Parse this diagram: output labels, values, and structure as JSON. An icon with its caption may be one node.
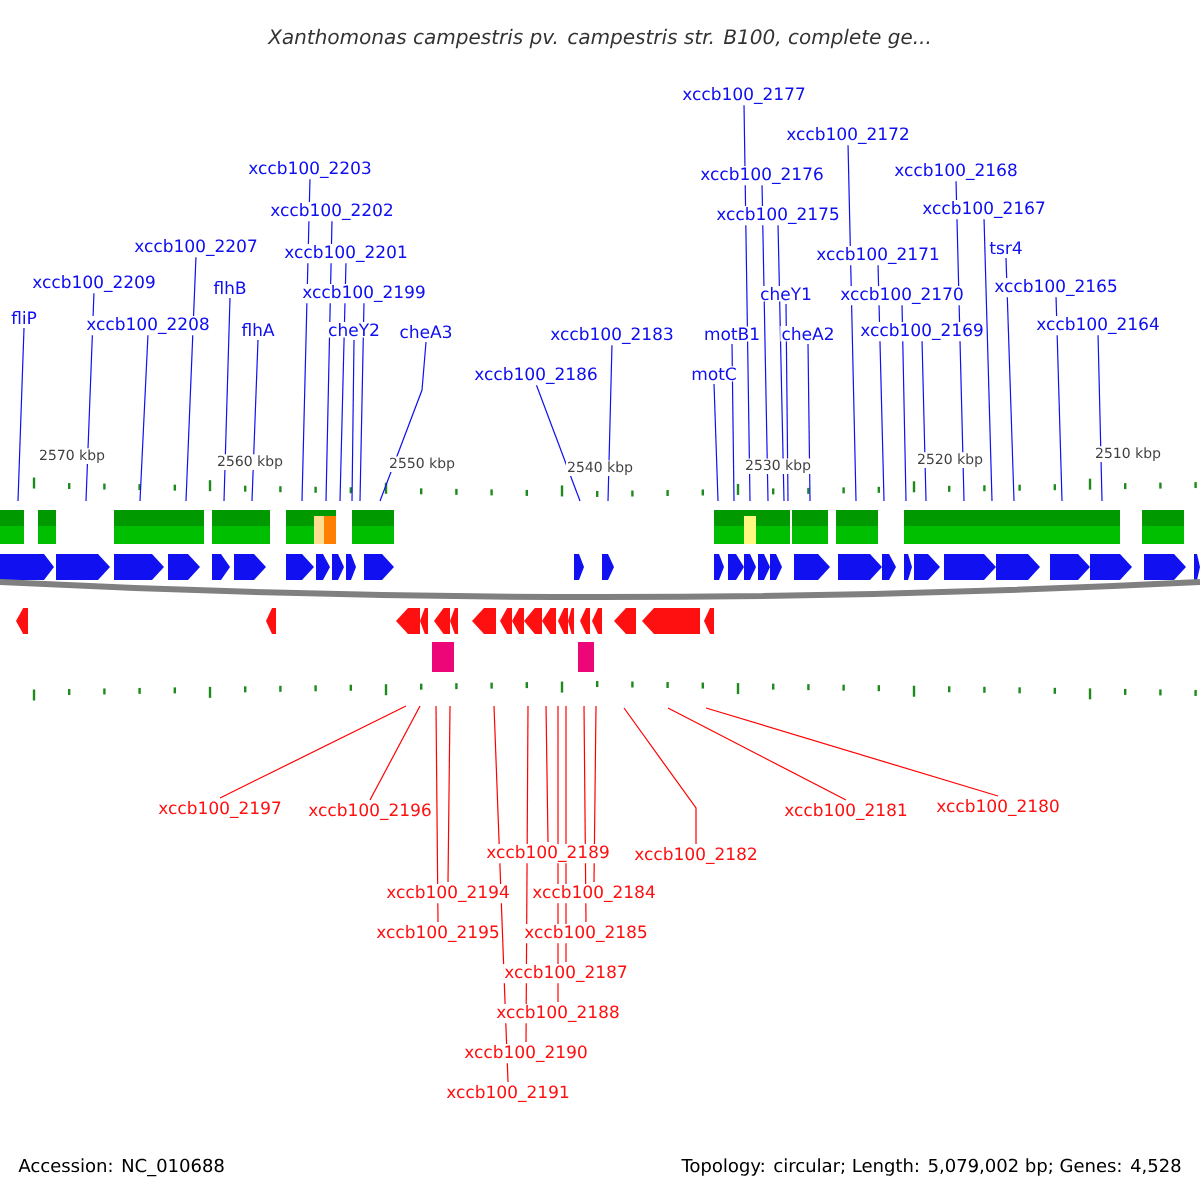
{
  "diagram": {
    "title": "Xanthomonas campestris pv. campestris str. B100, complete ge...",
    "nodes": [
      {
        "text": [
          "fliP"
        ]
      },
      {
        "text": [
          "xccb100_2209"
        ]
      },
      {
        "text": [
          "xccb100_2208"
        ]
      },
      {
        "text": [
          "xccb100_2207"
        ]
      },
      {
        "text": [
          "flhB"
        ]
      },
      {
        "text": [
          "flhA"
        ]
      },
      {
        "text": [
          "xccb100_2203"
        ]
      },
      {
        "text": [
          "xccb100_2202"
        ]
      },
      {
        "text": [
          "xccb100_2201"
        ]
      },
      {
        "text": [
          "xccb100_2199"
        ]
      },
      {
        "text": [
          "cheY2"
        ]
      },
      {
        "text": [
          "cheA3"
        ]
      },
      {
        "text": [
          "xccb100_2186"
        ]
      },
      {
        "text": [
          "xccb100_2183"
        ]
      },
      {
        "text": [
          "motC"
        ]
      },
      {
        "text": [
          "motB1"
        ]
      },
      {
        "text": [
          "xccb100_2177"
        ]
      },
      {
        "text": [
          "xccb100_2176"
        ]
      },
      {
        "text": [
          "xccb100_2175"
        ]
      },
      {
        "text": [
          "cheY1"
        ]
      },
      {
        "text": [
          "cheA2"
        ]
      },
      {
        "text": [
          "xccb100_2172"
        ]
      },
      {
        "text": [
          "xccb100_2171"
        ]
      },
      {
        "text": [
          "xccb100_2170"
        ]
      },
      {
        "text": [
          "xccb100_2169"
        ]
      },
      {
        "text": [
          "xccb100_2168"
        ]
      },
      {
        "text": [
          "xccb100_2167"
        ]
      },
      {
        "text": [
          "tsr4"
        ]
      },
      {
        "text": [
          "xccb100_2165"
        ]
      },
      {
        "text": [
          "xccb100_2164"
        ]
      },
      {
        "text": [
          "xccb100_2197"
        ]
      },
      {
        "text": [
          "xccb100_2196"
        ]
      },
      {
        "text": [
          "xccb100_2189"
        ]
      },
      {
        "text": [
          "xccb100_2182"
        ]
      },
      {
        "text": [
          "xccb100_2181"
        ]
      },
      {
        "text": [
          "xccb100_2180"
        ]
      },
      {
        "text": [
          "xccb100_2194"
        ]
      },
      {
        "text": [
          "xccb100_2184"
        ]
      },
      {
        "text": [
          "xccb100_2195"
        ]
      },
      {
        "text": [
          "xccb100_2185"
        ]
      },
      {
        "text": [
          "xccb100_2187"
        ]
      },
      {
        "text": [
          "xccb100_2188"
        ]
      },
      {
        "text": [
          "xccb100_2190"
        ]
      },
      {
        "text": [
          "xccb100_2191"
        ]
      }
    ],
    "edges": [
      {
        "from": 0,
        "to": null,
        "arrow": "none"
      },
      {
        "from": 1,
        "to": null,
        "arrow": "none"
      },
      {
        "from": 2,
        "to": null,
        "arrow": "none"
      },
      {
        "from": 3,
        "to": null,
        "arrow": "none"
      },
      {
        "from": 4,
        "to": null,
        "arrow": "none"
      },
      {
        "from": 5,
        "to": null,
        "arrow": "none"
      },
      {
        "from": 6,
        "to": null,
        "arrow": "none"
      },
      {
        "from": 7,
        "to": null,
        "arrow": "none"
      },
      {
        "from": 8,
        "to": null,
        "arrow": "none"
      },
      {
        "from": 9,
        "to": null,
        "arrow": "none"
      },
      {
        "from": 10,
        "to": null,
        "arrow": "none"
      },
      {
        "from": 11,
        "to": null,
        "arrow": "none"
      },
      {
        "from": 12,
        "to": null,
        "arrow": "none"
      },
      {
        "from": 13,
        "to": null,
        "arrow": "none"
      },
      {
        "from": 14,
        "to": null,
        "arrow": "none"
      },
      {
        "from": 15,
        "to": null,
        "arrow": "none"
      },
      {
        "from": 16,
        "to": null,
        "arrow": "none"
      },
      {
        "from": 17,
        "to": null,
        "arrow": "none"
      },
      {
        "from": 18,
        "to": null,
        "arrow": "none"
      },
      {
        "from": 19,
        "to": null,
        "arrow": "none"
      },
      {
        "from": 20,
        "to": null,
        "arrow": "none"
      },
      {
        "from": 21,
        "to": null,
        "arrow": "none"
      },
      {
        "from": 22,
        "to": null,
        "arrow": "none"
      },
      {
        "from": 23,
        "to": null,
        "arrow": "none"
      },
      {
        "from": 24,
        "to": null,
        "arrow": "none"
      },
      {
        "from": 25,
        "to": null,
        "arrow": "none"
      },
      {
        "from": 26,
        "to": null,
        "arrow": "none"
      },
      {
        "from": 27,
        "to": null,
        "arrow": "none"
      },
      {
        "from": 28,
        "to": null,
        "arrow": "none"
      },
      {
        "from": 29,
        "to": null,
        "arrow": "none"
      },
      {
        "from": 30,
        "to": null,
        "arrow": "none",
        "color": "#ff0000"
      },
      {
        "from": 31,
        "to": null,
        "arrow": "none",
        "color": "#ff0000"
      },
      {
        "from": 32,
        "to": null,
        "arrow": "none",
        "color": "#ff0000"
      },
      {
        "from": 33,
        "to": null,
        "arrow": "none",
        "color": "#ff0000"
      },
      {
        "from": 34,
        "to": null,
        "arrow": "none",
        "color": "#ff0000"
      },
      {
        "from": 35,
        "to": null,
        "arrow": "none",
        "color": "#ff0000"
      },
      {
        "from": 36,
        "to": null,
        "arrow": "none",
        "color": "#ff0000"
      },
      {
        "from": 37,
        "to": null,
        "arrow": "none",
        "color": "#ff0000"
      },
      {
        "from": 38,
        "to": null,
        "arrow": "none",
        "color": "#ff0000"
      },
      {
        "from": 39,
        "to": null,
        "arrow": "none",
        "color": "#ff0000"
      },
      {
        "from": 40,
        "to": null,
        "arrow": "none",
        "color": "#ff0000"
      },
      {
        "from": 41,
        "to": null,
        "arrow": "none",
        "color": "#ff0000"
      },
      {
        "from": 42,
        "to": null,
        "arrow": "none",
        "color": "#ff0000"
      },
      {
        "from": 43,
        "to": null,
        "arrow": "none",
        "color": "#ff0000"
      }
    ],
    "labels": [
      "2570 kbp",
      "2560 kbp",
      "2550 kbp",
      "2540 kbp",
      "2530 kbp",
      "2520 kbp",
      "2510 kbp",
      "Accession: NC_010688",
      "Topology: circular; Length: 5,079,002 bp; Genes: 4,528"
    ]
  }
}
